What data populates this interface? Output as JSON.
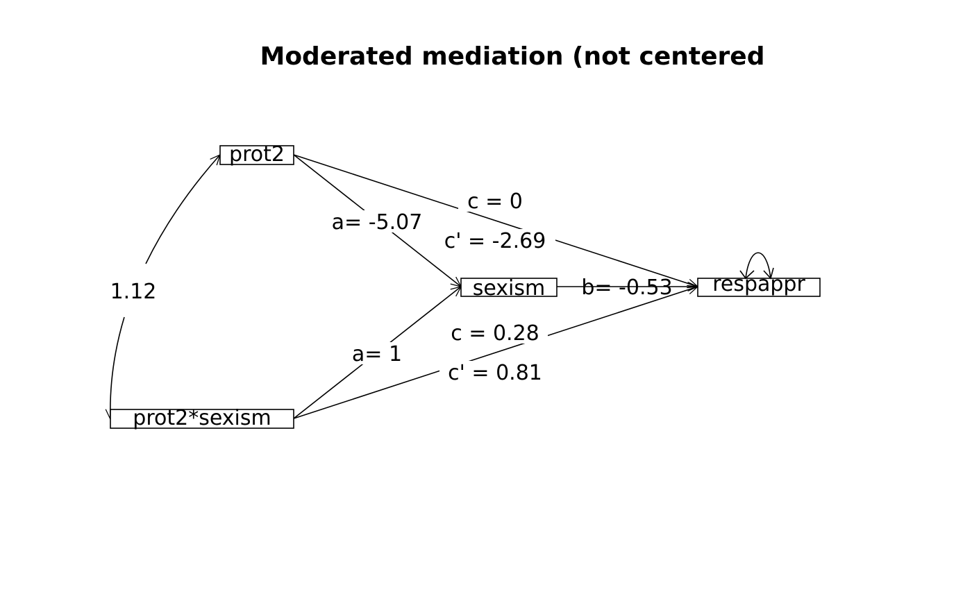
{
  "title": "Moderated  mediation (not centered",
  "nodes": {
    "prot2": "prot2",
    "sexism": "sexism",
    "respappr": "respappr",
    "interaction": "prot2*sexism"
  },
  "edges": {
    "a1": "a= -5.07",
    "a2": "a= 1",
    "b": "b= -0.53",
    "c1": "c =  0",
    "c1_prime": "c' =  -2.69",
    "c2": "c =  0.28",
    "c2_prime": "c' =  0.81",
    "covariance": "1.12"
  },
  "colors": {
    "line": "#000000",
    "background": "#ffffff"
  }
}
